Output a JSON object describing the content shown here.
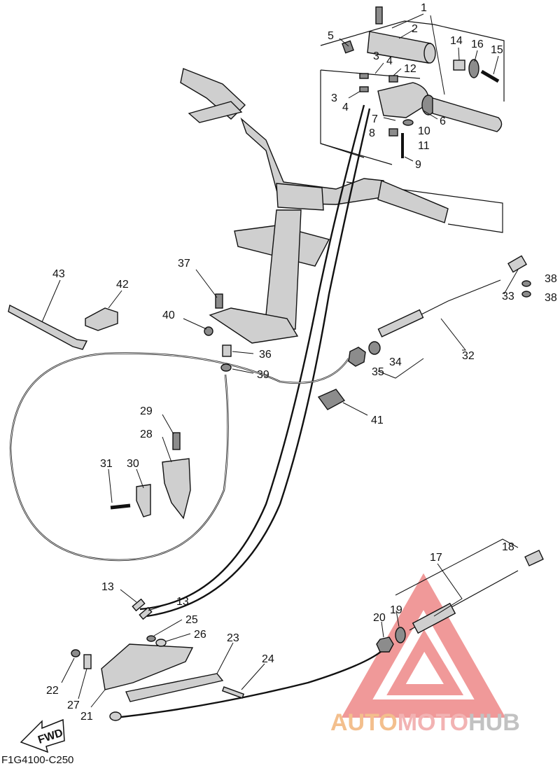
{
  "diagram": {
    "code": "F1G4100-C250",
    "fwd_label": "FWD",
    "callouts": [
      "1",
      "2",
      "3",
      "4",
      "5",
      "12",
      "14",
      "16",
      "15",
      "3",
      "4",
      "7",
      "6",
      "10",
      "8",
      "11",
      "9",
      "37",
      "43",
      "42",
      "40",
      "36",
      "39",
      "33",
      "38",
      "38",
      "32",
      "34",
      "35",
      "41",
      "29",
      "28",
      "31",
      "30",
      "13",
      "13",
      "17",
      "18",
      "19",
      "20",
      "25",
      "26",
      "23",
      "24",
      "22",
      "27",
      "21"
    ]
  },
  "watermark": {
    "word_a": "AUTO",
    "word_b": "MOTO",
    "word_c": "HUB",
    "color_a": "#f2b57a",
    "color_b": "#f0a6a6",
    "color_c": "#b8b8b8",
    "triangle_color": "#e8605f"
  }
}
